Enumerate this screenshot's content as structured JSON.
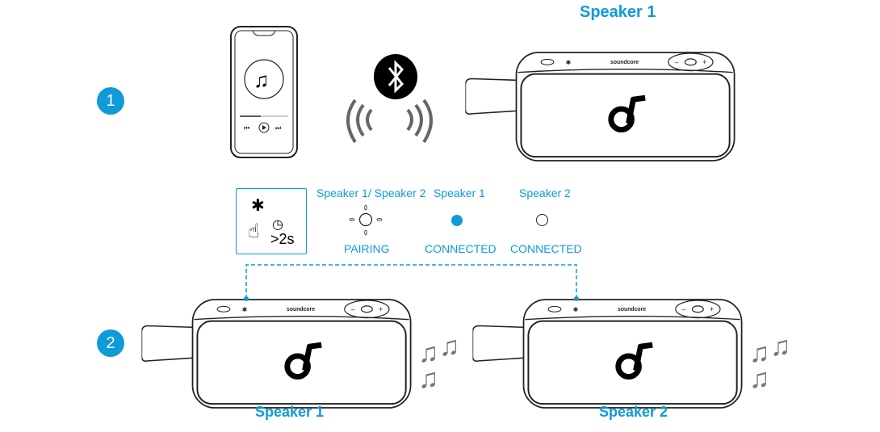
{
  "step1": {
    "number": "1",
    "speaker_title": "Speaker 1"
  },
  "step2": {
    "number": "2",
    "speaker1_title": "Speaker 1",
    "speaker2_title": "Speaker 2"
  },
  "instruction": {
    "hold_duration": ">2s",
    "icons": [
      "bluetooth-icon",
      "hand-press-icon",
      "clock-icon"
    ]
  },
  "indicators": [
    {
      "target": "Speaker 1/ Speaker 2",
      "state": "PAIRING"
    },
    {
      "target": "Speaker 1",
      "state": "CONNECTED"
    },
    {
      "target": "Speaker 2",
      "state": "CONNECTED"
    }
  ],
  "speaker_brand": "soundcore",
  "phone": {
    "music_icon": "♫"
  },
  "music_note": "♫",
  "colors": {
    "accent": "#0f9bd7",
    "line": "#222222",
    "note": "#777777"
  }
}
